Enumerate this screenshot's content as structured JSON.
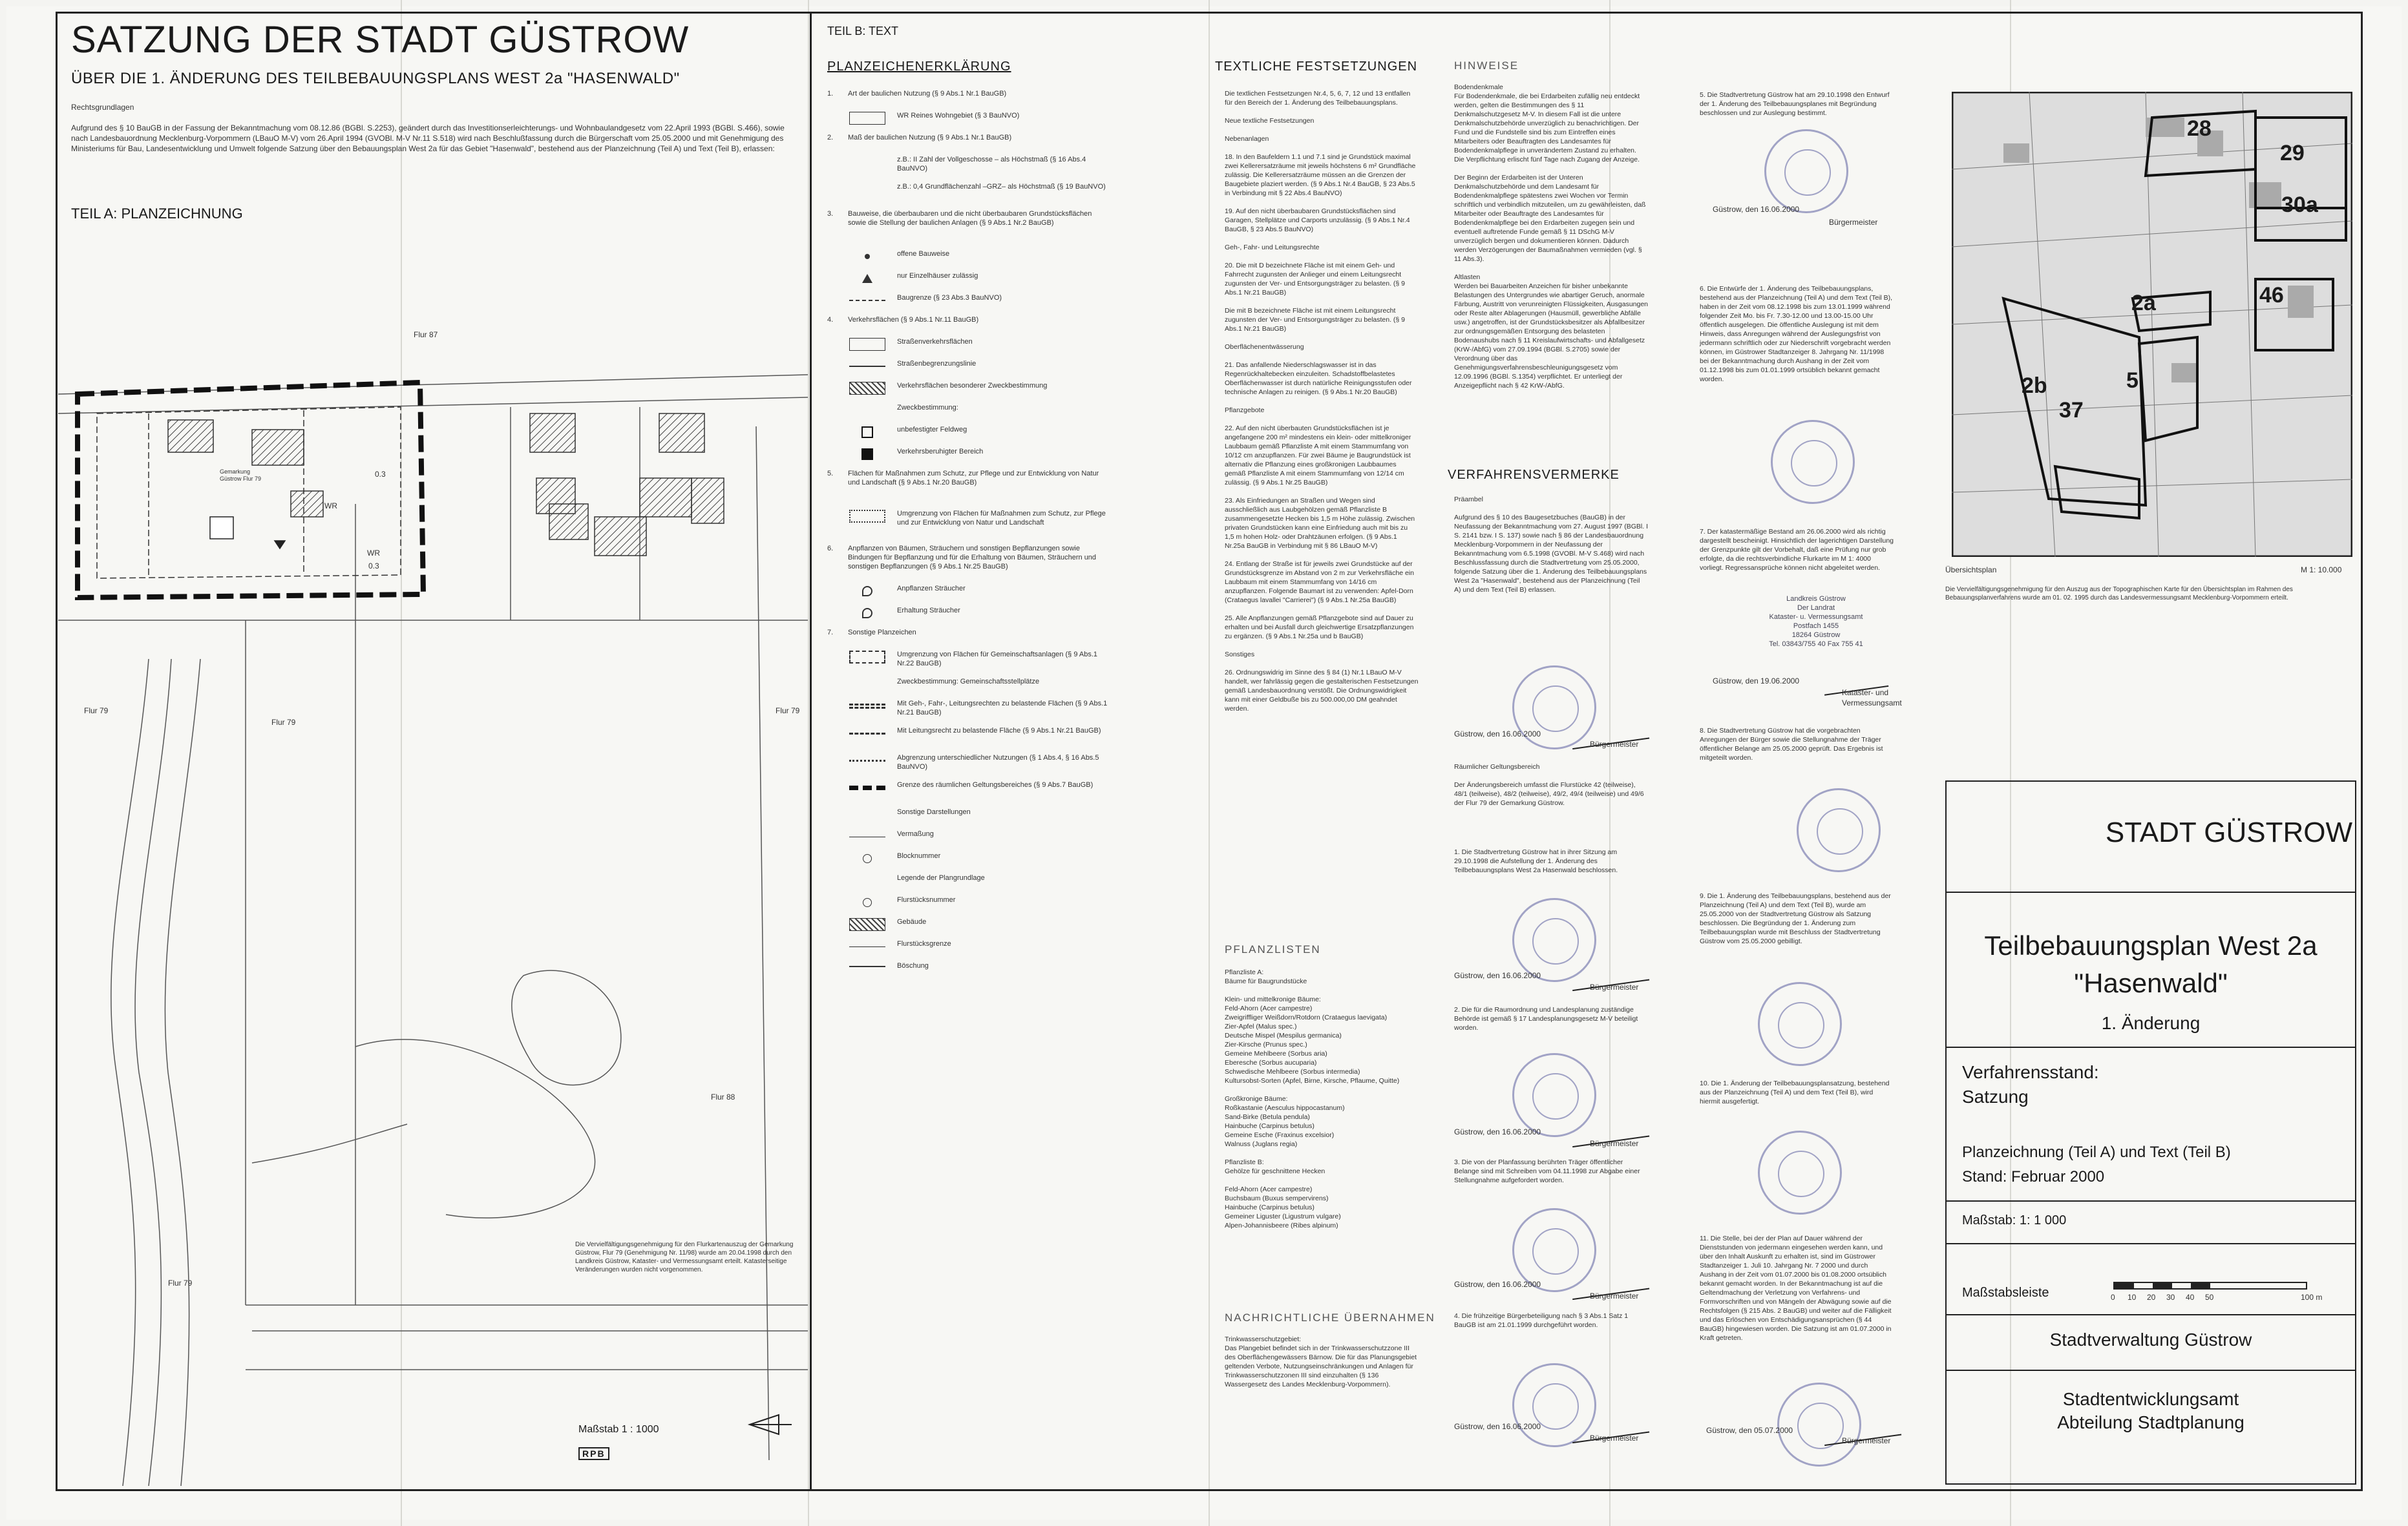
{
  "header": {
    "title": "SATZUNG DER STADT GÜSTROW",
    "subtitle": "ÜBER DIE 1. ÄNDERUNG DES TEILBEBAUUNGSPLANS WEST 2a \"HASENWALD\"",
    "legal_heading": "Rechtsgrundlagen",
    "legal_text": "Aufgrund des § 10 BauGB in der Fassung der Bekanntmachung vom 08.12.86 (BGBl. S.2253), geändert durch das Investitionserleichterungs- und Wohnbaulandgesetz vom 22.April 1993 (BGBl. S.466), sowie nach Landesbauordnung Mecklenburg-Vorpommern (LBauO M-V) vom 26.April 1994 (GVOBl. M-V Nr.11 S.518) wird nach Beschlußfassung durch die Bürgerschaft vom 25.05.2000 und mit Genehmigung des Ministeriums für Bau, Landesentwicklung und Umwelt folgende Satzung über den Bebauungsplan West 2a für das Gebiet \"Hasenwald\", bestehend aus der Planzeichnung (Teil A) und Text (Teil B), erlassen:"
  },
  "part_a": {
    "label": "TEIL A:  PLANZEICHNUNG",
    "parcels": [
      "Flur 87",
      "Flur 79",
      "Flur 79",
      "Flur 79",
      "Flur 88",
      "Flur 79"
    ],
    "plan_labels": [
      "Gemarkung Güstrow Flur 79",
      "WR",
      "WR",
      "0.3",
      "0.3"
    ],
    "copyright_note": "Die Vervielfältigungsgenehmigung für den Flurkartenauszug der Gemarkung Güstrow, Flur 79 (Genehmigung Nr. 11/98) wurde am 20.04.1998 durch den Landkreis Güstrow, Kataster- und Vermessungsamt erteilt. Katasterseitige Veränderungen wurden nicht vorgenommen.",
    "scale": "Maßstab 1 : 1000",
    "logo": "RPB"
  },
  "part_b": {
    "label": "TEIL B: TEXT",
    "legend_title": "PLANZEICHENERKLÄRUNG",
    "legend": [
      {
        "num": "1.",
        "text": "Art der baulichen Nutzung (§ 9 Abs.1 Nr.1 BauGB)"
      },
      {
        "num": "",
        "text": "WR  Reines Wohngebiet (§ 3 BauNVO)"
      },
      {
        "num": "2.",
        "text": "Maß der baulichen Nutzung (§ 9 Abs.1 Nr.1 BauGB)"
      },
      {
        "num": "",
        "text": "z.B.: II   Zahl der Vollgeschosse – als Höchstmaß (§ 16 Abs.4 BauNVO)"
      },
      {
        "num": "",
        "text": "z.B.: 0,4   Grundflächenzahl –GRZ– als Höchstmaß (§ 19 BauNVO)"
      },
      {
        "num": "3.",
        "text": "Bauweise, die überbaubaren und die nicht überbaubaren Grundstücksflächen sowie die Stellung der baulichen Anlagen (§ 9 Abs.1 Nr.2 BauGB)"
      },
      {
        "num": "",
        "text": "offene Bauweise"
      },
      {
        "num": "",
        "text": "nur Einzelhäuser zulässig"
      },
      {
        "num": "",
        "text": "Baugrenze (§ 23 Abs.3 BauNVO)"
      },
      {
        "num": "4.",
        "text": "Verkehrsflächen (§ 9 Abs.1 Nr.11 BauGB)"
      },
      {
        "num": "",
        "text": "Straßenverkehrsflächen"
      },
      {
        "num": "",
        "text": "Straßenbegrenzungslinie"
      },
      {
        "num": "",
        "text": "Verkehrsflächen besonderer Zweckbestimmung"
      },
      {
        "num": "",
        "text": "Zweckbestimmung:"
      },
      {
        "num": "",
        "text": "unbefestigter Feldweg"
      },
      {
        "num": "",
        "text": "Verkehrsberuhigter Bereich"
      },
      {
        "num": "5.",
        "text": "Flächen für Maßnahmen zum Schutz, zur Pflege und zur Entwicklung von Natur und Landschaft (§ 9 Abs.1 Nr.20 BauGB)"
      },
      {
        "num": "",
        "text": "Umgrenzung von Flächen für Maßnahmen zum Schutz, zur Pflege und zur Entwicklung von Natur und Landschaft"
      },
      {
        "num": "6.",
        "text": "Anpflanzen von Bäumen, Sträuchern und sonstigen Bepflanzungen sowie Bindungen für Bepflanzung und für die Erhaltung von Bäumen, Sträuchern und sonstigen Bepflanzungen (§ 9 Abs.1 Nr.25 BauGB)"
      },
      {
        "num": "",
        "text": "Anpflanzen Sträucher"
      },
      {
        "num": "",
        "text": "Erhaltung Sträucher"
      },
      {
        "num": "7.",
        "text": "Sonstige Planzeichen"
      },
      {
        "num": "",
        "text": "Umgrenzung von Flächen für Gemeinschaftsanlagen (§ 9 Abs.1 Nr.22 BauGB)"
      },
      {
        "num": "",
        "text": "Zweckbestimmung: Gemeinschaftsstellplätze"
      },
      {
        "num": "",
        "text": "Mit Geh-, Fahr-, Leitungsrechten zu belastende Flächen (§ 9 Abs.1 Nr.21 BauGB)"
      },
      {
        "num": "",
        "text": "Mit Leitungsrecht zu belastende Fläche (§ 9 Abs.1 Nr.21 BauGB)"
      },
      {
        "num": "",
        "text": "Abgrenzung unterschiedlicher Nutzungen (§ 1 Abs.4, § 16 Abs.5 BauNVO)"
      },
      {
        "num": "",
        "text": "Grenze des räumlichen Geltungsbereiches (§ 9 Abs.7 BauGB)"
      },
      {
        "num": "",
        "text": "Sonstige Darstellungen"
      },
      {
        "num": "",
        "text": "Vermaßung"
      },
      {
        "num": "",
        "text": "Blocknummer"
      },
      {
        "num": "",
        "text": "Legende der Plangrundlage"
      },
      {
        "num": "",
        "text": "Flurstücksnummer"
      },
      {
        "num": "",
        "text": "Gebäude"
      },
      {
        "num": "",
        "text": "Flurstücksgrenze"
      },
      {
        "num": "",
        "text": "Böschung"
      }
    ],
    "textual_title": "TEXTLICHE FESTSETZUNGEN",
    "textual": "Die textlichen Festsetzungen Nr.4, 5, 6, 7, 12 und 13 entfallen für den Bereich der 1. Änderung des Teilbebauungsplans.\n\nNeue textliche Festsetzungen\n\nNebenanlagen\n\n18. In den Baufeldern 1.1 und 7.1 sind je Grundstück maximal zwei Kellerersatzräume mit jeweils höchstens 6 m² Grundfläche zulässig. Die Kellerersatzräume müssen an die Grenzen der Baugebiete plaziert werden. (§ 9 Abs.1 Nr.4 BauGB, § 23 Abs.5 in Verbindung mit § 22 Abs.4 BauNVO)\n\n19. Auf den nicht überbaubaren Grundstücksflächen sind Garagen, Stellplätze und Carports unzulässig. (§ 9 Abs.1 Nr.4 BauGB, § 23 Abs.5 BauNVO)\n\nGeh-, Fahr- und Leitungsrechte\n\n20. Die mit D bezeichnete Fläche ist mit einem Geh- und Fahrrecht zugunsten der Anlieger und einem Leitungsrecht zugunsten der Ver- und Entsorgungsträger zu belasten. (§ 9 Abs.1 Nr.21 BauGB)\n\nDie mit B bezeichnete Fläche ist mit einem Leitungsrecht zugunsten der Ver- und Entsorgungsträger zu belasten. (§ 9 Abs.1 Nr.21 BauGB)\n\nOberflächenentwässerung\n\n21. Das anfallende Niederschlagswasser ist in das Regenrückhaltebecken einzuleiten. Schadstoffbelastetes Oberflächenwasser ist durch natürliche Reinigungsstufen oder technische Anlagen zu reinigen. (§ 9 Abs.1 Nr.20 BauGB)\n\nPflanzgebote\n\n22. Auf den nicht überbauten Grundstücksflächen ist je angefangene 200 m² mindestens ein klein- oder mittelkroniger Laubbaum gemäß Pflanzliste A mit einem Stammumfang von 10/12 cm anzupflanzen. Für zwei Bäume je Baugrundstück ist alternativ die Pflanzung eines großkronigen Laubbaumes gemäß Pflanzliste A mit einem Stammumfang von 12/14 cm zulässig. (§ 9 Abs.1 Nr.25 BauGB)\n\n23. Als Einfriedungen an Straßen und Wegen sind ausschließlich aus Laubgehölzen gemäß Pflanzliste B zusammengesetzte Hecken bis 1,5 m Höhe zulässig. Zwischen privaten Grundstücken kann eine Einfriedung auch mit bis zu 1,5 m hohen Holz- oder Drahtzäunen erfolgen. (§ 9 Abs.1 Nr.25a BauGB in Verbindung mit § 86 LBauO M-V)\n\n24. Entlang der Straße ist für jeweils zwei Grundstücke auf der Grundstücksgrenze im Abstand von 2 m zur Verkehrsfläche ein Laubbaum mit einem Stammumfang von 14/16 cm anzupflanzen. Folgende Baumart ist zu verwenden: Apfel-Dorn (Crataegus lavallei \"Carrierei\") (§ 9 Abs.1 Nr.25a BauGB)\n\n25. Alle Anpflanzungen gemäß Pflanzgebote sind auf Dauer zu erhalten und bei Ausfall durch gleichwertige Ersatzpflanzungen zu ergänzen. (§ 9 Abs.1 Nr.25a und b BauGB)\n\nSonstiges\n\n26. Ordnungswidrig im Sinne des § 84 (1) Nr.1 LBauO M-V handelt, wer fahrlässig gegen die gestalterischen Festsetzungen gemäß Landesbauordnung verstößt. Die Ordnungswidrigkeit kann mit einer Geldbuße bis zu 500.000,00 DM geahndet werden.",
    "plants_title": "PFLANZLISTEN",
    "plants": "Pflanzliste A:\nBäume für Baugrundstücke\n\nKlein- und mittelkronige Bäume:\nFeld-Ahorn (Acer campestre)\nZweigriffliger Weißdorn/Rotdorn (Crataegus laevigata)\nZier-Apfel (Malus spec.)\nDeutsche Mispel (Mespilus germanica)\nZier-Kirsche (Prunus spec.)\nGemeine Mehlbeere (Sorbus aria)\nEberesche (Sorbus aucuparia)\nSchwedische Mehlbeere (Sorbus intermedia)\nKultursobst-Sorten (Apfel, Birne, Kirsche, Pflaume, Quitte)\n\nGroßkronige Bäume:\nRoßkastanie (Aesculus hippocastanum)\nSand-Birke (Betula pendula)\nHainbuche (Carpinus betulus)\nGemeine Esche (Fraxinus excelsior)\nWalnuss (Juglans regia)\n\nPflanzliste B:\nGehölze für geschnittene Hecken\n\nFeld-Ahorn (Acer campestre)\nBuchsbaum (Buxus sempervirens)\nHainbuche (Carpinus betulus)\nGemeiner Liguster (Ligustrum vulgare)\nAlpen-Johannisbeere (Ribes alpinum)",
    "notes_title": "NACHRICHTLICHE ÜBERNAHMEN",
    "notes": "Trinkwasserschutzgebiet:\nDas Plangebiet befindet sich in der Trinkwasserschutzzone III des Oberflächengewässers Bärnow. Die für das Planungsgebiet geltenden Verbote, Nutzungseinschränkungen und Anlagen für Trinkwasserschutzzonen III sind einzuhalten (§ 136 Wassergesetz des Landes Mecklenburg-Vorpommern)."
  },
  "hints": {
    "title": "HINWEISE",
    "text": "Bodendenkmale\nFür Bodendenkmale, die bei Erdarbeiten zufällig neu entdeckt werden, gelten die Bestimmungen des § 11 Denkmalschutzgesetz M-V. In diesem Fall ist die untere Denkmalschutzbehörde unverzüglich zu benachrichtigen. Der Fund und die Fundstelle sind bis zum Eintreffen eines Mitarbeiters oder Beauftragten des Landesamtes für Bodendenkmalpflege in unverändertem Zustand zu erhalten. Die Verpflichtung erlischt fünf Tage nach Zugang der Anzeige.\n\nDer Beginn der Erdarbeiten ist der Unteren Denkmalschutzbehörde und dem Landesamt für Bodendenkmalpflege spätestens zwei Wochen vor Termin schriftlich und verbindlich mitzuteilen, um zu gewährleisten, daß Mitarbeiter oder Beauftragte des Landesamtes für Bodendenkmalpflege bei den Erdarbeiten zugegen sein und eventuell auftretende Funde gemäß § 11 DSchG M-V unverzüglich bergen und dokumentieren können. Dadurch werden Verzögerungen der Baumaßnahmen vermieden (vgl. § 11 Abs.3).\n\nAltlasten\nWerden bei Bauarbeiten Anzeichen für bisher unbekannte Belastungen des Untergrundes wie abartiger Geruch, anormale Färbung, Austritt von verunreinigten Flüssigkeiten, Ausgasungen oder Reste alter Ablagerungen (Hausmüll, gewerbliche Abfälle usw.) angetroffen, ist der Grundstücksbesitzer als Abfallbesitzer zur ordnungsgemäßen Entsorgung des belasteten Bodenaushubs nach § 11 Kreislaufwirtschafts- und Abfallgesetz (KrW-/AbfG) vom 27.09.1994 (BGBl. S.2705) sowie der Verordnung über das Genehmigungsverfahrensbeschleunigungsgesetz vom 12.09.1996 (BGBl. S.1354) verpflichtet. Er unterliegt der Anzeigepflicht nach § 42 KrW-/AbfG."
  },
  "procedure": {
    "title": "VERFAHRENSVERMERKE",
    "preamble": "Präambel\n\nAufgrund des § 10 des Baugesetzbuches (BauGB) in der Neufassung der Bekanntmachung vom 27. August 1997 (BGBl. I S. 2141 bzw. I S. 137) sowie nach § 86 der Landesbauordnung Mecklenburg-Vorpommern in der Neufassung der Bekanntmachung vom 6.5.1998 (GVOBl. M-V S.468) wird nach Beschlussfassung durch die Stadtvertretung vom 25.05.2000, folgende Satzung über die 1. Änderung des Teilbebauungsplans West 2a \"Hasenwald\", bestehend aus der Planzeichnung (Teil A) und dem Text (Teil B) erlassen.",
    "scope": "Räumlicher Geltungsbereich\n\nDer Änderungsbereich umfasst die Flurstücke 42 (teilweise), 48/1 (teilweise), 48/2 (teilweise), 49/2, 49/4 (teilweise) und 49/6 der Flur 79 der Gemarkung Güstrow.",
    "items_left": [
      "1. Die Stadtvertretung Güstrow hat in ihrer Sitzung am 29.10.1998 die Aufstellung der 1. Änderung des Teilbebauungsplans West 2a Hasenwald beschlossen.",
      "2. Die für die Raumordnung und Landesplanung zuständige Behörde ist gemäß § 17 Landesplanungsgesetz M-V beteiligt worden.",
      "3. Die von der Planfassung berührten Träger öffentlicher Belange sind mit Schreiben vom 04.11.1998 zur Abgabe einer Stellungnahme aufgefordert worden.",
      "4. Die frühzeitige Bürgerbeteiligung nach § 3 Abs.1 Satz 1 BauGB ist am 21.01.1999 durchgeführt worden."
    ],
    "items_right": [
      "5. Die Stadtvertretung Güstrow hat am 29.10.1998 den Entwurf der 1. Änderung des Teilbebauungsplanes mit Begründung beschlossen und zur Auslegung bestimmt.",
      "6. Die Entwürfe der 1. Änderung des Teilbebauungsplans, bestehend aus der Planzeichnung (Teil A) und dem Text (Teil B), haben in der Zeit vom 08.12.1998 bis zum 13.01.1999 während folgender Zeit Mo. bis Fr. 7.30-12.00 und 13.00-15.00 Uhr öffentlich ausgelegen. Die öffentliche Auslegung ist mit dem Hinweis, dass Anregungen während der Auslegungsfrist von jedermann schriftlich oder zur Niederschrift vorgebracht werden können, im Güstrower Stadtanzeiger 8. Jahrgang Nr. 11/1998 bei der Bekanntmachung durch Aushang in der Zeit vom 01.12.1998 bis zum 01.01.1999 ortsüblich bekannt gemacht worden.",
      "7. Der katastermäßige Bestand am 26.06.2000 wird als richtig dargestellt bescheinigt. Hinsichtlich der lagerichtigen Darstellung der Grenzpunkte gilt der Vorbehalt, daß eine Prüfung nur grob erfolgte, da die rechtsverbindliche Flurkarte im M 1: 4000 vorliegt. Regressansprüche können nicht abgeleitet werden.",
      "8. Die Stadtvertretung Güstrow hat die vorgebrachten Anregungen der Bürger sowie die Stellungnahme der Träger öffentlicher Belange am 25.05.2000 geprüft. Das Ergebnis ist mitgeteilt worden.",
      "9. Die 1. Änderung des Teilbebauungsplans, bestehend aus der Planzeichnung (Teil A) und dem Text (Teil B), wurde am 25.05.2000 von der Stadtvertretung Güstrow als Satzung beschlossen. Die Begründung der 1. Änderung zum Teilbebauungsplan wurde mit Beschluss der Stadtvertretung Güstrow vom 25.05.2000 gebilligt.",
      "10. Die 1. Änderung der Teilbebauungsplansatzung, bestehend aus der Planzeichnung (Teil A) und dem Text (Teil B), wird hiermit ausgefertigt.",
      "11. Die Stelle, bei der der Plan auf Dauer während der Dienststunden von jedermann eingesehen werden kann, und über den Inhalt Auskunft zu erhalten ist, sind im Güstrower Stadtanzeiger 1. Juli 10. Jahrgang Nr. 7 2000 und durch Aushang in der Zeit vom 01.07.2000 bis 01.08.2000 ortsüblich bekannt gemacht worden. In der Bekanntmachung ist auf die Geltendmachung der Verletzung von Verfahrens- und Formvorschriften und von Mängeln der Abwägung sowie auf die Rechtsfolgen (§ 215 Abs. 2 BauGB) und weiter auf die Fälligkeit und das Erlöschen von Entschädigungsansprüchen (§ 44 BauGB) hingewiesen worden. Die Satzung ist am 01.07.2000 in Kraft getreten."
    ],
    "date_lines": [
      "Güstrow, den 16.06.2000",
      "Güstrow, den 16.06.2000",
      "Güstrow, den 16.06.2000",
      "Güstrow, den 16.06.2000",
      "Güstrow, den 16.06.2000",
      "Güstrow, den 16.06.2000",
      "Güstrow, den 19.06.2000",
      "Güstrow, den 05.07.2000"
    ],
    "mayor": "Bürgermeister",
    "cadastre_stamp": "Landkreis Güstrow\nDer Landrat\nKataster- u. Vermessungsamt\nPostfach 1455\n18264 Güstrow\nTel. 03843/755 40 Fax 755 41",
    "cadastre_sign": "Kataster- und Vermessungsamt"
  },
  "overview": {
    "label": "Übersichtsplan",
    "scale": "M 1: 10.000",
    "areas": [
      "28",
      "29",
      "30a",
      "2a",
      "46",
      "2b",
      "5",
      "37"
    ],
    "note": "Die Vervielfältigungsgenehmigung für den Auszug aus der Topographischen Karte für den Übersichtsplan im Rahmen des Bebauungsplanverfahrens wurde am 01. 02. 1995 durch das Landesvermessungsamt Mecklenburg-Vorpommern erteilt."
  },
  "titleblock": {
    "city": "STADT GÜSTROW",
    "plan": "Teilbebauungsplan West 2a",
    "name": "\"Hasenwald\"",
    "change": "1. Änderung",
    "status_label": "Verfahrensstand:",
    "status": "Satzung",
    "parts": "Planzeichnung (Teil A) und Text (Teil B)",
    "date": "Stand: Februar 2000",
    "scale": "Maßstab: 1: 1 000",
    "scalebar_label": "Maßstabsleiste",
    "scalebar_ticks": [
      "0",
      "10",
      "20",
      "30",
      "40",
      "50",
      "100 m"
    ],
    "admin": "Stadtverwaltung  Güstrow",
    "dept1": "Stadtentwicklungsamt",
    "dept2": "Abteilung Stadtplanung"
  },
  "colors": {
    "ink": "#1a1a1a",
    "stamp": "#5c5fa0",
    "paper": "#f7f7f4"
  }
}
